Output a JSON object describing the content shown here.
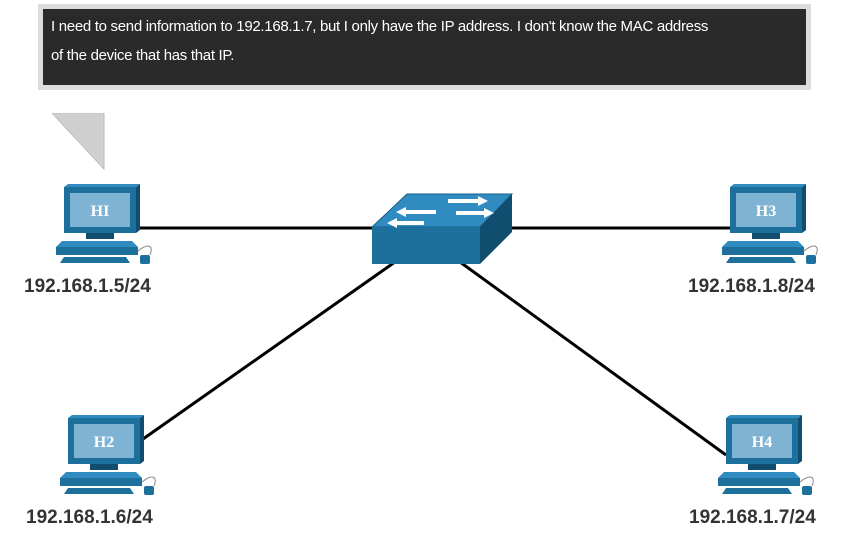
{
  "speech": {
    "line1": "I need to send information to 192.168.1.7, but I only have the IP address. I don't know the MAC address",
    "line2": "of the device that has that IP."
  },
  "hosts": [
    {
      "name": "HI",
      "ip": "192.168.1.5/24"
    },
    {
      "name": "H2",
      "ip": "192.168.1.6/24"
    },
    {
      "name": "H3",
      "ip": "192.168.1.8/24"
    },
    {
      "name": "H4",
      "ip": "192.168.1.7/24"
    }
  ],
  "colors": {
    "device": "#1d6f9c",
    "device_dark": "#114d6e",
    "screen": "#7fb3d4",
    "link": "#000000",
    "bubble_bg": "#2a2a2a",
    "bubble_border": "#dcdcdc"
  },
  "icons": {
    "switch": "switch-icon",
    "host": "computer-icon"
  }
}
